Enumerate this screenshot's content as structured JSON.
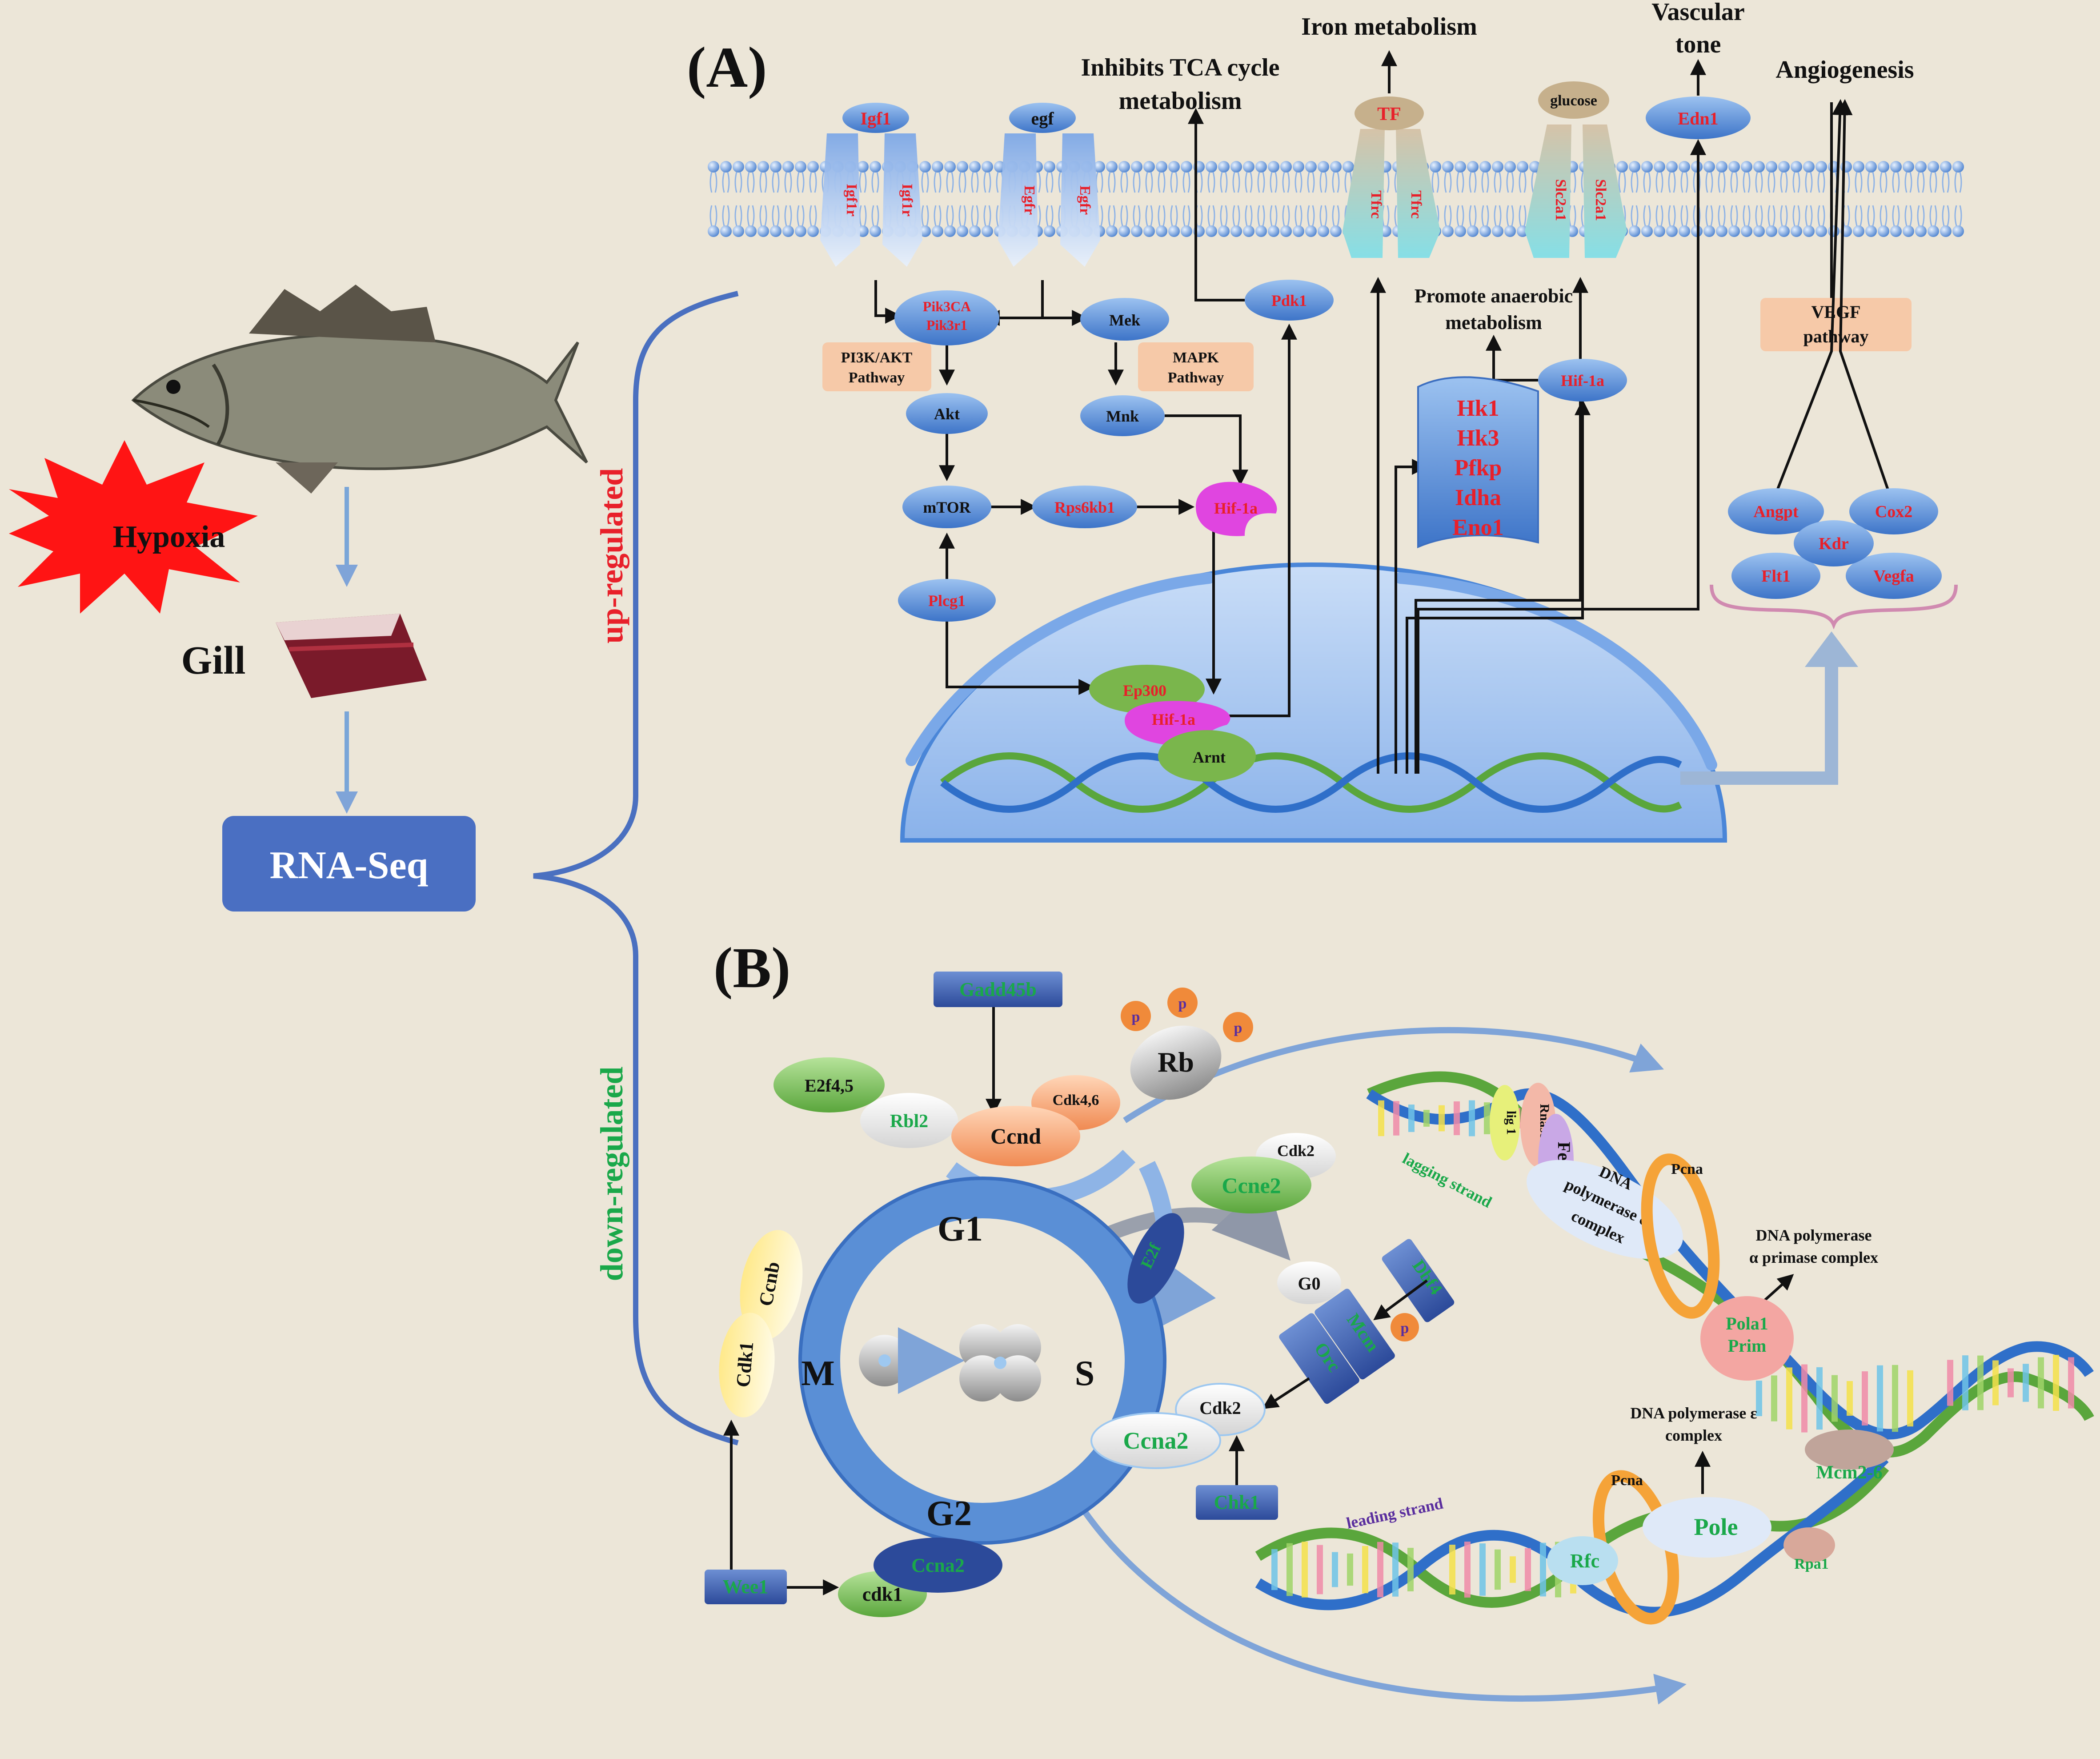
{
  "panels": {
    "a": "(A)",
    "b": "(B)"
  },
  "left": {
    "stress": "Hypoxia",
    "tissue": "Gill",
    "method": "RNA-Seq",
    "up_label": "up-regulated",
    "down_label": "down-regulated"
  },
  "panel_a": {
    "receptors": {
      "ligand_igf1": "Igf1",
      "ligand_egf": "egf",
      "igf1r_left": "Igf1r",
      "igf1r_right": "Igf1r",
      "egfr_left": "Egfr",
      "egfr_right": "Egfr",
      "tf": "TF",
      "tfrc_left": "Tfrc",
      "tfrc_right": "Tfrc",
      "glucose": "glucose",
      "slc2a1_left": "Slc2a1",
      "slc2a1_right": "Slc2a1",
      "edn1": "Edn1"
    },
    "outputs": {
      "tca_line1": "Inhibits TCA cycle",
      "tca_line2": "metabolism",
      "iron": "Iron metabolism",
      "vascular_line1": "Vascular",
      "vascular_line2": "tone",
      "angiogenesis": "Angiogenesis",
      "anaerobic_line1": "Promote anaerobic",
      "anaerobic_line2": "metabolism"
    },
    "nodes": {
      "pik3ca": "Pik3CA",
      "pik3r1": "Pik3r1",
      "mek": "Mek",
      "akt": "Akt",
      "mnk": "Mnk",
      "mtor": "mTOR",
      "rps6kb1": "Rps6kb1",
      "hif1a": "Hif-1a",
      "plcg1": "Plcg1",
      "pdk1": "Pdk1",
      "hif1a_right": "Hif-1a",
      "ep300": "Ep300",
      "hif1a_nucleus": "Hif-1a",
      "arnt": "Arnt"
    },
    "pathways": {
      "pi3k_line1": "PI3K/AKT",
      "pi3k_line2": "Pathway",
      "mapk_line1": "MAPK",
      "mapk_line2": "Pathway",
      "vegf_line1": "VEGF",
      "vegf_line2": "pathway"
    },
    "glycolysis_genes": [
      "Hk1",
      "Hk3",
      "Pfkp",
      "Idha",
      "Eno1"
    ],
    "angio_genes": {
      "angpt": "Angpt",
      "cox2": "Cox2",
      "kdr": "Kdr",
      "flt1": "Flt1",
      "vegfa": "Vegfa"
    }
  },
  "panel_b": {
    "gadd45b": "Gadd45b",
    "phospho": "p",
    "rb": "Rb",
    "e2f45": "E2f4,5",
    "rbl2": "Rbl2",
    "ccnd": "Ccnd",
    "cdk46": "Cdk4,6",
    "cdk2_top": "Cdk2",
    "ccne2": "Ccne2",
    "e2f": "E2f",
    "g0": "G0",
    "dbf4": "Dbf4",
    "mcm": "Mcm",
    "orc": "Orc",
    "cdk2_mid": "Cdk2",
    "ccna2_mid": "Ccna2",
    "chk1": "Chk1",
    "cdk1": "Cdk1",
    "ccnb": "Ccnb",
    "wee1": "Wee1",
    "cdk1_small": "cdk1",
    "ccna2_low": "Ccna2",
    "phases": {
      "g1": "G1",
      "s": "S",
      "g2": "G2",
      "m": "M"
    },
    "lagging": "lagging strand",
    "lig1": "lig 1",
    "rnaseh": "Rnaseh",
    "fen1": "Fen1",
    "pol_delta_1": "DNA",
    "pol_delta_2": "polymerase δ",
    "pol_delta_3": "complex",
    "pcna_top": "Pcna",
    "pola_line1": "DNA polymerase",
    "pola_line2": "α primase complex",
    "pola1": "Pola1",
    "prim": "Prim",
    "mcm26": "Mcm2-6",
    "eps_line1": "DNA polymerase ε",
    "eps_line2": "complex",
    "pcna_low": "Pcna",
    "pole": "Pole",
    "leading": "leading strand",
    "rfc": "Rfc",
    "rpa1": "Rpa1"
  },
  "colors": {
    "background": "#ece6d8",
    "node_blue": "#5a8fd6",
    "gene_red": "#e8202a",
    "gene_green": "#1aa84a",
    "pathway_box": "#f6c9a8",
    "brace": "#4a70c0"
  }
}
